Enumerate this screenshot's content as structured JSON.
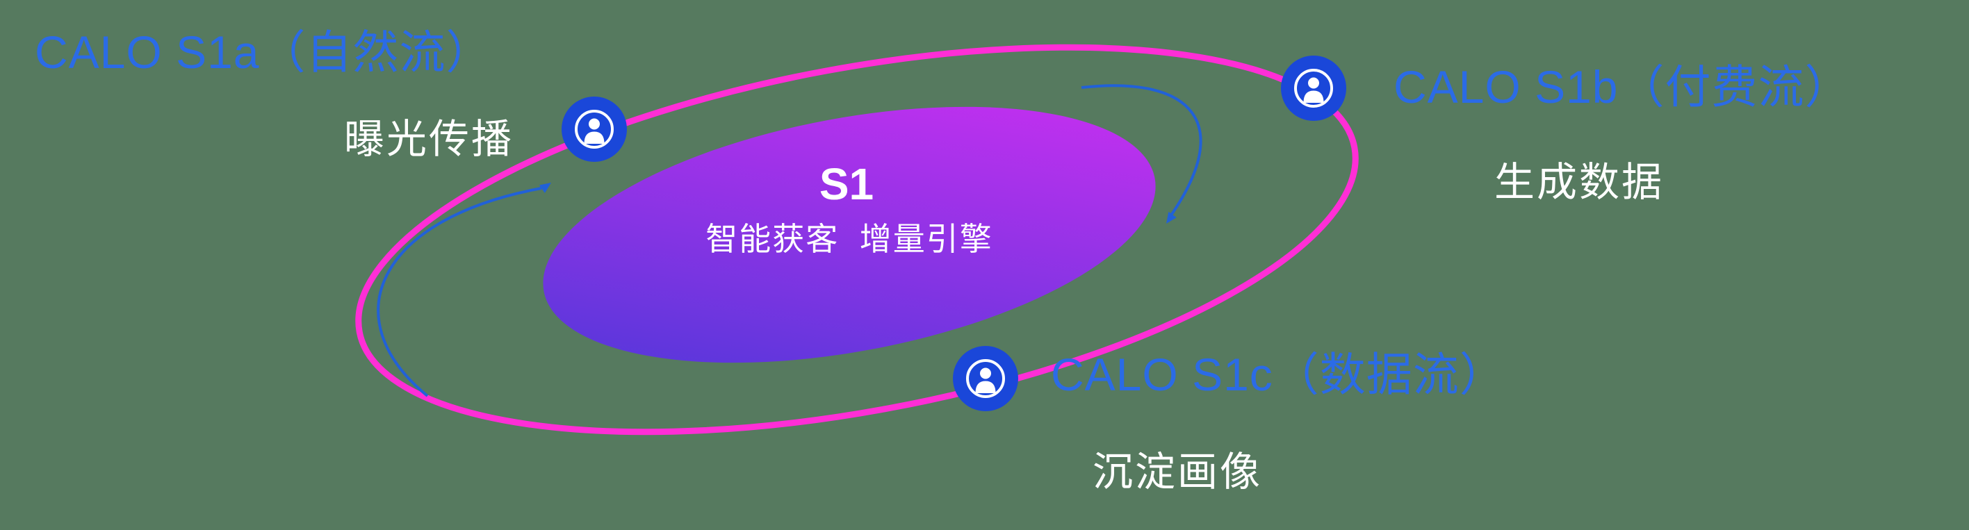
{
  "background_color": "#567a5f",
  "colors": {
    "label_blue": "#2b6be6",
    "text_white": "#ffffff",
    "orbit_pink": "#ff2ed6",
    "node_blue": "#1a47d9",
    "arrow_blue": "#2161d8",
    "core_gradient_start": "#4a38d8",
    "core_gradient_end": "#d12ff2"
  },
  "core": {
    "title": "S1",
    "subtitle": "智能获客  增量引擎"
  },
  "nodes": [
    {
      "id": "s1a",
      "label": "CALO S1a（自然流）",
      "sublabel": "曝光传播",
      "icon": "person-icon"
    },
    {
      "id": "s1b",
      "label": "CALO S1b（付费流）",
      "sublabel": "生成数据",
      "icon": "person-icon"
    },
    {
      "id": "s1c",
      "label": "CALO S1c（数据流）",
      "sublabel": "沉淀画像",
      "icon": "person-icon"
    }
  ]
}
